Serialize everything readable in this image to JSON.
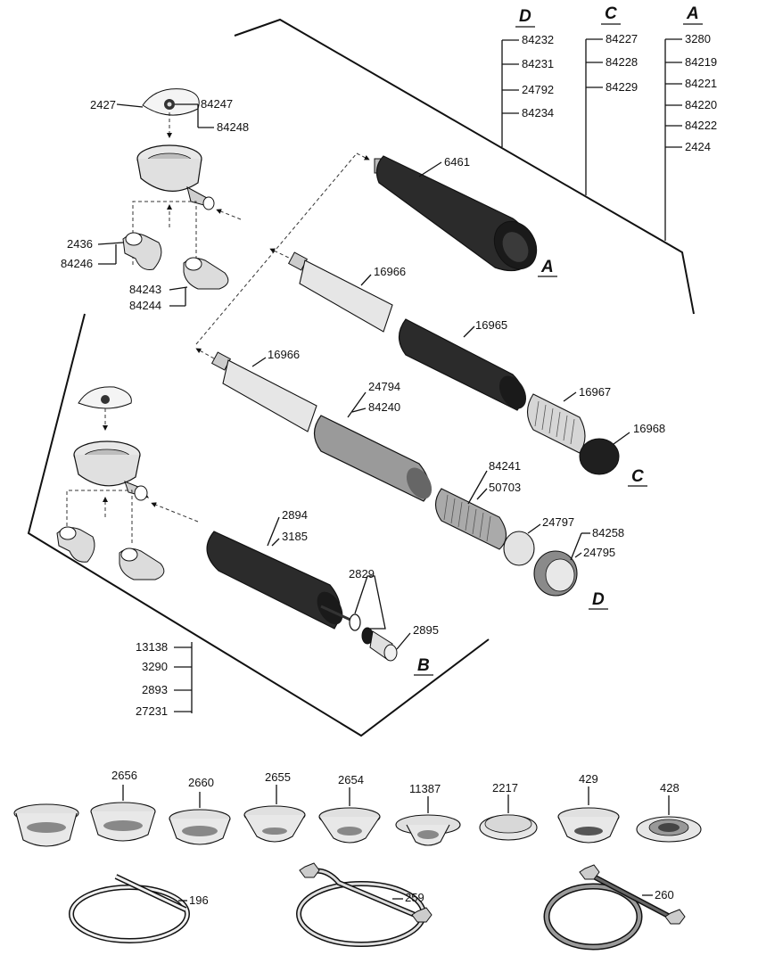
{
  "group_letters": {
    "A": "A",
    "B": "B",
    "C": "C",
    "D": "D"
  },
  "column_headers": {
    "D": "D",
    "C": "C",
    "A": "A"
  },
  "column_lists": {
    "D": [
      "84232",
      "84231",
      "24792",
      "84234"
    ],
    "C": [
      "84227",
      "84228",
      "84229"
    ],
    "A": [
      "3280",
      "84219",
      "84221",
      "84220",
      "84222",
      "2424"
    ]
  },
  "group_b_list": [
    "13138",
    "3290",
    "2893",
    "27231"
  ],
  "part_labels": {
    "p2427": "2427",
    "p84247": "84247",
    "p84248": "84248",
    "p6461": "6461",
    "p2436": "2436",
    "p84246": "84246",
    "p84243": "84243",
    "p84244": "84244",
    "p16966a": "16966",
    "p16965": "16965",
    "p16966b": "16966",
    "p24794": "24794",
    "p84240": "84240",
    "p16967": "16967",
    "p16968": "16968",
    "p84241": "84241",
    "p50703": "50703",
    "p24797": "24797",
    "p84258": "84258",
    "p24795": "24795",
    "p2894": "2894",
    "p3185": "3185",
    "p2829": "2829",
    "p2895": "2895"
  },
  "filter_baskets": [
    "2656",
    "2660",
    "2655",
    "2654",
    "11387",
    "2217",
    "429",
    "428"
  ],
  "gaskets": [
    "196",
    "259",
    "260"
  ],
  "colors": {
    "dark_handle": "#2b2b2b",
    "medium_grey": "#9a9a9a",
    "light_grey": "#dcdcdc",
    "metal": "#c8c8c8"
  }
}
